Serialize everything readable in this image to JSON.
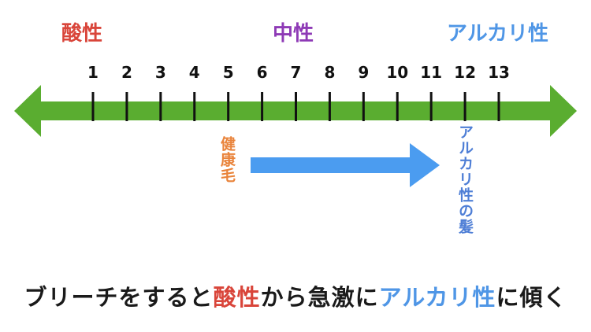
{
  "zones": {
    "acid": "酸性",
    "neutral": "中性",
    "alkaline": "アルカリ性"
  },
  "scale": {
    "ticks": [
      "1",
      "2",
      "3",
      "4",
      "5",
      "6",
      "7",
      "8",
      "9",
      "10",
      "11",
      "12",
      "13"
    ]
  },
  "transition": {
    "from_label": "健康毛",
    "to_label": "アルカリ性の髪",
    "from_value": 5,
    "to_value": 12
  },
  "caption": {
    "part1": "ブリーチをすると",
    "acid": "酸性",
    "part2": "から急激に",
    "alkaline": "アルカリ性",
    "part3": "に傾く"
  },
  "colors": {
    "axis": "#5aad30",
    "arrow": "#4b9cf0",
    "acid": "#d9453a",
    "neutral": "#8e3ab6",
    "alkaline": "#4f96e6",
    "healthy": "#e9833a"
  }
}
